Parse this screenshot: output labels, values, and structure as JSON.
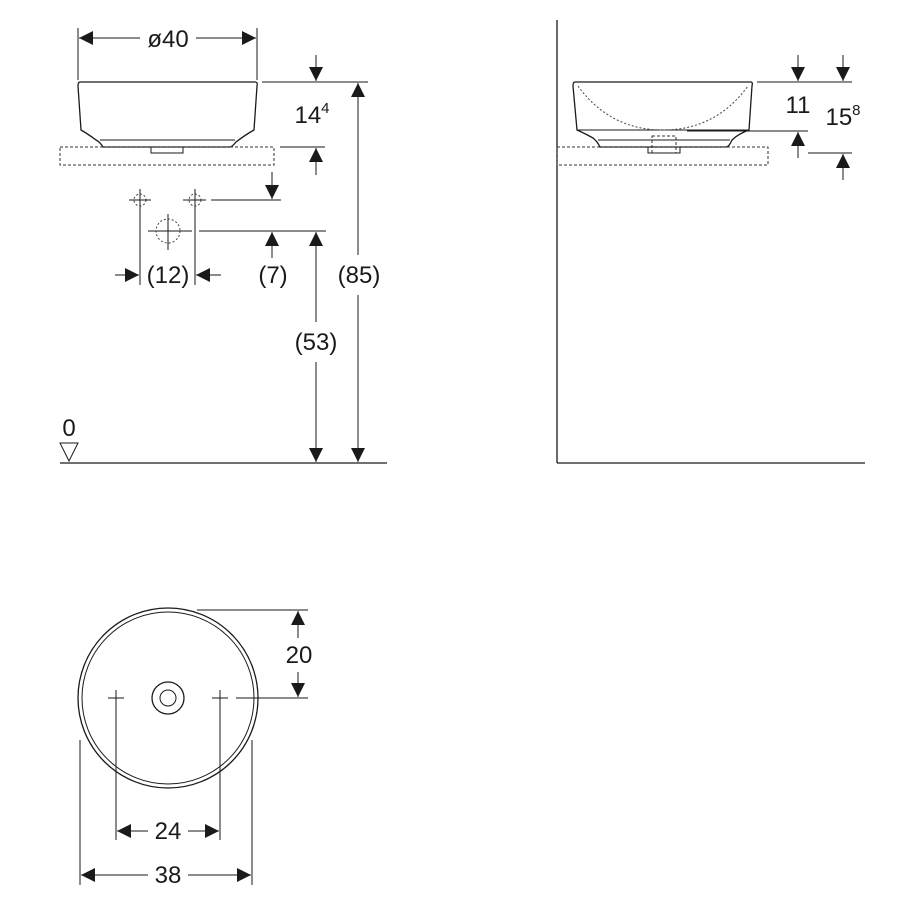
{
  "front_view": {
    "diameter_label": "ø40",
    "bowl_height_main": "14",
    "bowl_height_sup": "4",
    "tap_spacing_label": "(12)",
    "tap_offset_label": "(7)",
    "overall_height_label": "(85)",
    "drain_height_label": "(53)",
    "floor_level_label": "0"
  },
  "side_view": {
    "inner_height_label": "11",
    "total_height_main": "15",
    "total_height_sup": "8"
  },
  "plan_view": {
    "depth_label": "20",
    "tap_holes_spacing_label": "24",
    "width_label": "38"
  }
}
